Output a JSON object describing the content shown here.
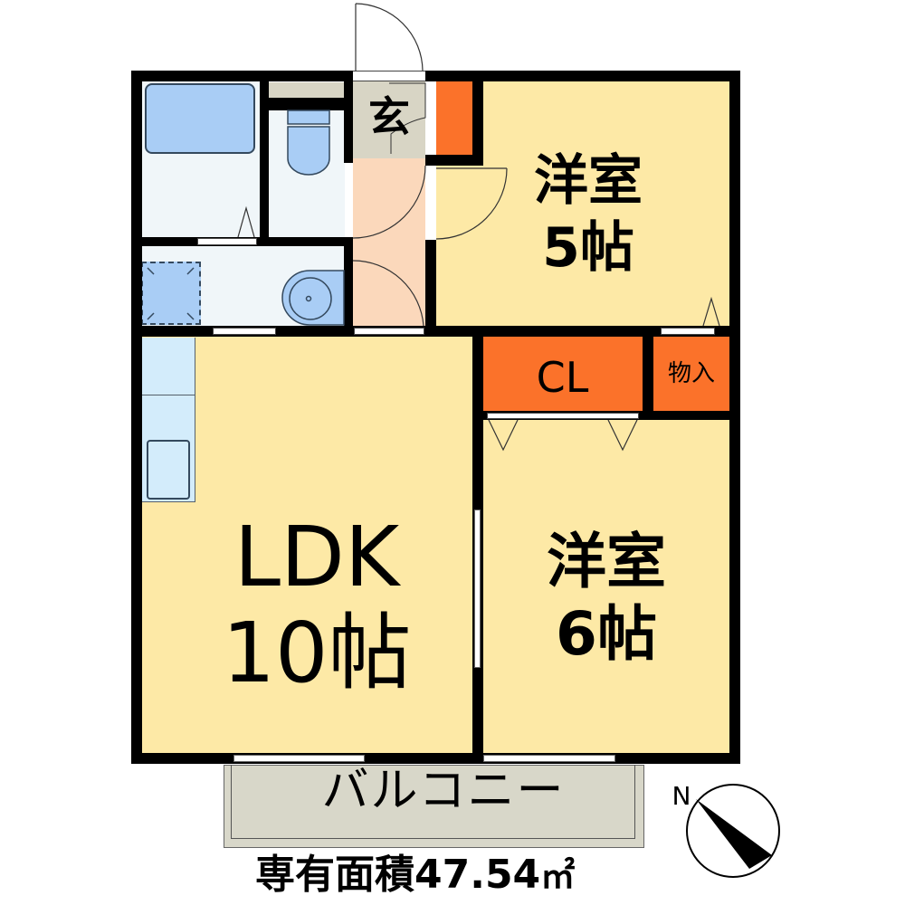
{
  "floorplan": {
    "colors": {
      "room": "#fde9a6",
      "wet_area": "#f0f6f9",
      "fixture_blue": "#a9cdf5",
      "hallway": "#fbd8bb",
      "entrance": "#d8d5c5",
      "storage": "#fb722a",
      "balcony": "#d8d7c9",
      "kitchen_counter": "#d3ecfb",
      "wall": "#000000"
    },
    "rooms": {
      "entrance": {
        "label": "玄"
      },
      "western_room_1": {
        "label_line1": "洋室",
        "label_line2": "5帖"
      },
      "closet": {
        "label": "CL"
      },
      "storage": {
        "label": "物入"
      },
      "ldk": {
        "label_line1": "LDK",
        "label_line2": "10帖"
      },
      "western_room_2": {
        "label_line1": "洋室",
        "label_line2": "6帖"
      },
      "balcony": {
        "label": "バルコニー"
      }
    },
    "area": {
      "label": "専有面積",
      "value": "47.54",
      "unit": "㎡"
    },
    "compass": {
      "label": "N"
    }
  }
}
